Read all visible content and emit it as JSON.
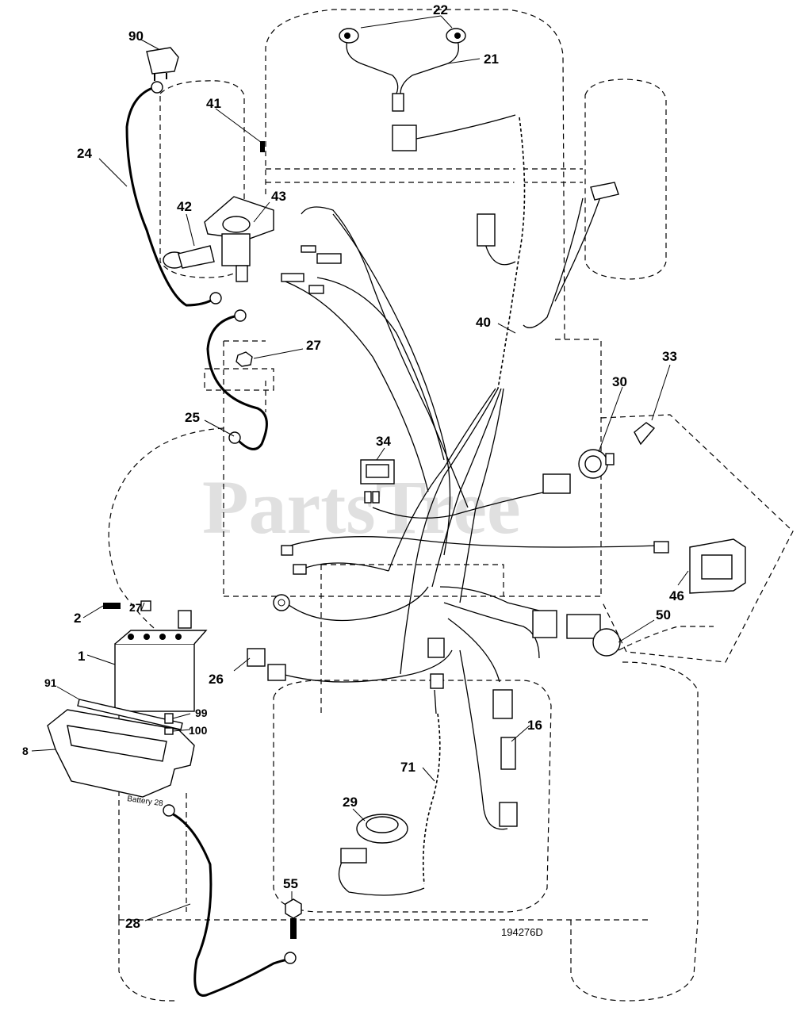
{
  "watermark": "PartsTree",
  "drawing_number": "194276D",
  "battery_stamp": "Battery 28",
  "callouts": [
    {
      "id": "c22",
      "text": "22"
    },
    {
      "id": "c21",
      "text": "21"
    },
    {
      "id": "c90",
      "text": "90"
    },
    {
      "id": "c41",
      "text": "41"
    },
    {
      "id": "c24",
      "text": "24"
    },
    {
      "id": "c42",
      "text": "42"
    },
    {
      "id": "c43",
      "text": "43"
    },
    {
      "id": "c40",
      "text": "40"
    },
    {
      "id": "c27a",
      "text": "27"
    },
    {
      "id": "c33",
      "text": "33"
    },
    {
      "id": "c30",
      "text": "30"
    },
    {
      "id": "c25",
      "text": "25"
    },
    {
      "id": "c34",
      "text": "34"
    },
    {
      "id": "c46",
      "text": "46"
    },
    {
      "id": "c2",
      "text": "2"
    },
    {
      "id": "c27b",
      "text": "27"
    },
    {
      "id": "c50",
      "text": "50"
    },
    {
      "id": "c1",
      "text": "1"
    },
    {
      "id": "c26",
      "text": "26"
    },
    {
      "id": "c91",
      "text": "91"
    },
    {
      "id": "c99",
      "text": "99"
    },
    {
      "id": "c100",
      "text": "100"
    },
    {
      "id": "c16",
      "text": "16"
    },
    {
      "id": "c8",
      "text": "8"
    },
    {
      "id": "c71",
      "text": "71"
    },
    {
      "id": "c29",
      "text": "29"
    },
    {
      "id": "c55",
      "text": "55"
    },
    {
      "id": "c28",
      "text": "28"
    }
  ]
}
